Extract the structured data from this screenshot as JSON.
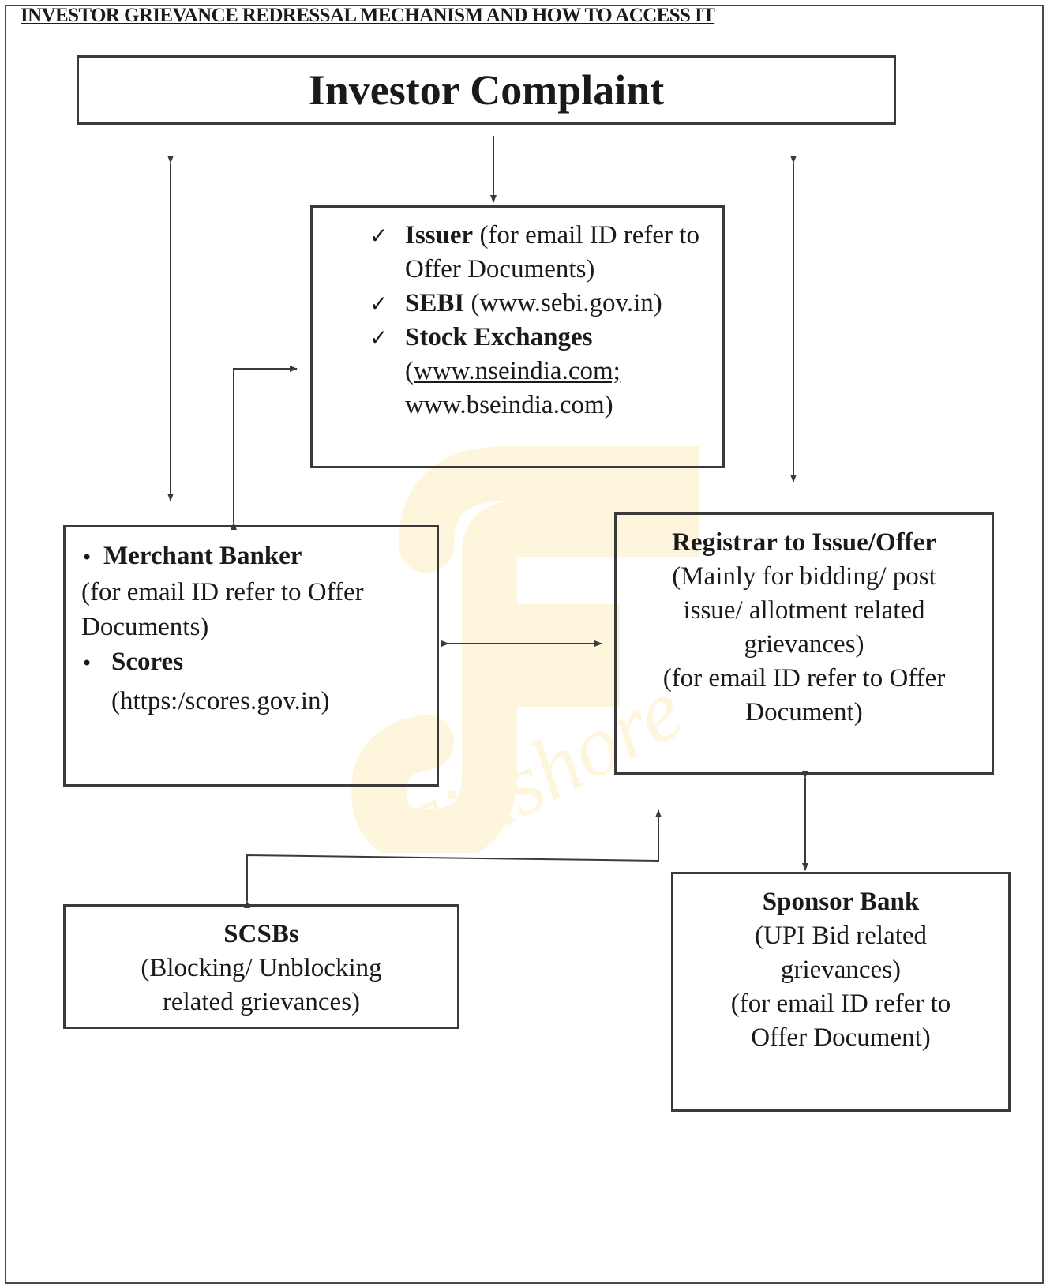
{
  "title": "INVESTOR GRIEVANCE REDRESSAL MECHANISM AND HOW TO ACCESS IT",
  "investor_box": {
    "label": "Investor Complaint"
  },
  "issuer_box": {
    "items": [
      {
        "bold": "Issuer",
        "rest": " (for email ID refer to Offer Documents)"
      },
      {
        "bold": "SEBI",
        "rest": " (www.sebi.gov.in)"
      },
      {
        "bold": "Stock Exchanges",
        "link_prefix": "(",
        "link": "www.nseindia.com;",
        "rest": " www.bseindia.com)"
      }
    ],
    "check_icon": "check-icon"
  },
  "merchant_box": {
    "item1_bold": "Merchant Banker",
    "item1_text": "(for email ID refer to Offer Documents)",
    "item2_bold": "Scores",
    "item2_text": "(https:/scores.gov.in)"
  },
  "registrar_box": {
    "heading": "Registrar to Issue/Offer",
    "line1": "(Mainly for bidding/ post issue/ allotment related grievances)",
    "line2": "(for email ID refer to Offer Document)"
  },
  "scsbs_box": {
    "heading": "SCSBs",
    "text": "(Blocking/ Unblocking related grievances)"
  },
  "sponsor_box": {
    "heading": "Sponsor Bank",
    "line1": "(UPI Bid related grievances)",
    "line2": "(for email ID refer to Offer Document)"
  },
  "watermark_text": "Finshore",
  "colors": {
    "line": "#3a3a3a",
    "watermark": "#f2c200"
  }
}
